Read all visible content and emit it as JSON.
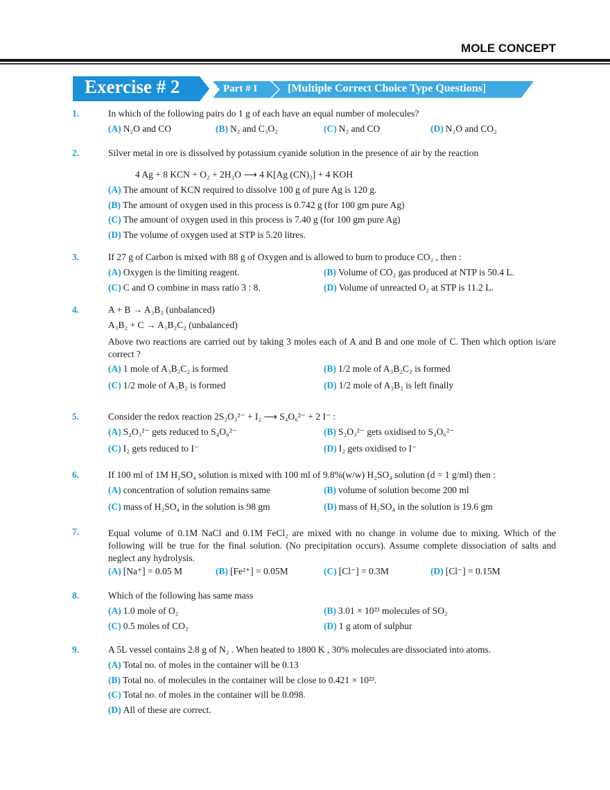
{
  "header": {
    "title": "MOLE CONCEPT"
  },
  "banner": {
    "exercise": "Exercise # 2",
    "part": "Part # I",
    "type": "[Multiple Correct Choice Type Questions]",
    "colors": {
      "dark": "#1b8fd8",
      "light": "#3ca9e2"
    }
  },
  "colors": {
    "option_label": "#1e9bd7"
  },
  "questions": [
    {
      "number": "1.",
      "lines": [
        "In which of the following pairs do 1 g of each have an equal number of molecules?"
      ],
      "cols": 4,
      "options": [
        [
          "(A)",
          "N₂O and CO"
        ],
        [
          "(B)",
          "N₂ and C₃O₂"
        ],
        [
          "(C)",
          "N₂ and CO"
        ],
        [
          "(D)",
          "N₂O and CO₂"
        ]
      ]
    },
    {
      "number": "2.",
      "lines": [
        "Silver metal in ore is dissolved by potassium cyanide solution in the presence of air by the reaction"
      ],
      "equation": "4 Ag + 8 KCN + O₂ + 2H₂O ⟶ 4 K[Ag (CN)₂] + 4 KOH",
      "cols": 1,
      "options": [
        [
          "(A)",
          "The amount of KCN required to dissolve 100 g of pure Ag is 120 g."
        ],
        [
          "(B)",
          "The amount of oxygen used in this process is 0.742 g (for 100 gm pure Ag)"
        ],
        [
          "(C)",
          "The amount of oxygen used in this process is 7.40 g (for 100 gm pure Ag)"
        ],
        [
          "(D)",
          "The volume of oxygen used at STP is 5.20 litres."
        ]
      ]
    },
    {
      "number": "3.",
      "lines": [
        "If 27 g of Carbon is mixed with 88 g of Oxygen and is allowed to burn to produce CO₂ , then :"
      ],
      "cols": 2,
      "options": [
        [
          "(A)",
          "Oxygen is the limiting reagent."
        ],
        [
          "(B)",
          "Volume of CO₂ gas produced at NTP is 50.4 L."
        ],
        [
          "(C)",
          "C and O combine in mass ratio 3 : 8."
        ],
        [
          "(D)",
          "Volume of unreacted O₂ at STP is 11.2 L."
        ]
      ]
    },
    {
      "number": "4.",
      "lines": [
        "A + B → A₃B₂    (unbalanced)",
        "A₃B₂ + C → A₃B₂C₂  (unbalanced)"
      ],
      "para": "Above two reactions are carried out by taking 3 moles each of A and B and one mole of C. Then which option is/are correct ?",
      "cols": 2,
      "options": [
        [
          "(A)",
          "1 mole of A₃B₂C₂ is formed"
        ],
        [
          "(B)",
          "1/2  mole of A₃B₂C₂ is formed"
        ],
        [
          "(C)",
          "1/2 mole of A₃B₂ is formed"
        ],
        [
          "(D)",
          "1/2 mole of A₃B₂ is left finally"
        ]
      ]
    },
    {
      "number": "5.",
      "lines": [
        "Consider the redox reaction 2S₂O₃²⁻ + I₂ ⟶ S₄O₆²⁻ + 2 I⁻ :"
      ],
      "cols": 2,
      "options": [
        [
          "(A)",
          "S₂O₃²⁻ gets reduced to S₄O₆²⁻"
        ],
        [
          "(B)",
          "S₂O₃²⁻ gets oxidised to S₄O₆²⁻"
        ],
        [
          "(C)",
          "I₂ gets reduced to I⁻"
        ],
        [
          "(D)",
          "I₂ gets oxidised to I⁻"
        ]
      ]
    },
    {
      "number": "6.",
      "lines": [
        "If 100 ml of 1M H₂SO₄ solution is mixed with 100 ml of 9.8%(w/w) H₂SO₄ solution (d = 1 g/ml) then :"
      ],
      "cols": 2,
      "options": [
        [
          "(A)",
          "concentration of solution remains same"
        ],
        [
          "(B)",
          "volume of solution become 200 ml"
        ],
        [
          "(C)",
          "mass of H₂SO₄ in the solution is 98 gm"
        ],
        [
          "(D)",
          "mass of H₂SO₄ in the solution is 19.6 gm"
        ]
      ]
    },
    {
      "number": "7.",
      "para": "Equal volume of 0.1M NaCl and 0.1M FeCl₂ are mixed with no change in volume due to mixing. Which of the following will be true for the final solution. (No precipitation occurs). Assume complete dissociation of salts and neglect any hydrolysis.",
      "cols": 4,
      "options": [
        [
          "(A)",
          "[Na⁺] = 0.05 M"
        ],
        [
          "(B)",
          "[Fe²⁺] = 0.05M"
        ],
        [
          "(C)",
          "[Cl⁻] = 0.3M"
        ],
        [
          "(D)",
          "[Cl⁻]  = 0.15M"
        ]
      ]
    },
    {
      "number": "8.",
      "lines": [
        "Which of the following has same mass"
      ],
      "cols": 2,
      "options": [
        [
          "(A)",
          "1.0 mole of O₂"
        ],
        [
          "(B)",
          "3.01 × 10²³ molecules of SO₂"
        ],
        [
          "(C)",
          "0.5 moles of CO₂"
        ],
        [
          "(D)",
          "1 g atom of sulphur"
        ]
      ]
    },
    {
      "number": "9.",
      "lines": [
        "A 5L vessel contains 2.8 g of N₂ . When heated to 1800 K , 30% molecules are dissociated into atoms."
      ],
      "cols": 1,
      "options": [
        [
          "(A)",
          "Total no. of moles in the container will be 0.13"
        ],
        [
          "(B)",
          "Total no. of molecules in the container will be close to 0.421 × 10²³."
        ],
        [
          "(C)",
          "Total no. of moles in the container will be 0.098."
        ],
        [
          "(D)",
          "All of these are correct."
        ]
      ]
    }
  ]
}
